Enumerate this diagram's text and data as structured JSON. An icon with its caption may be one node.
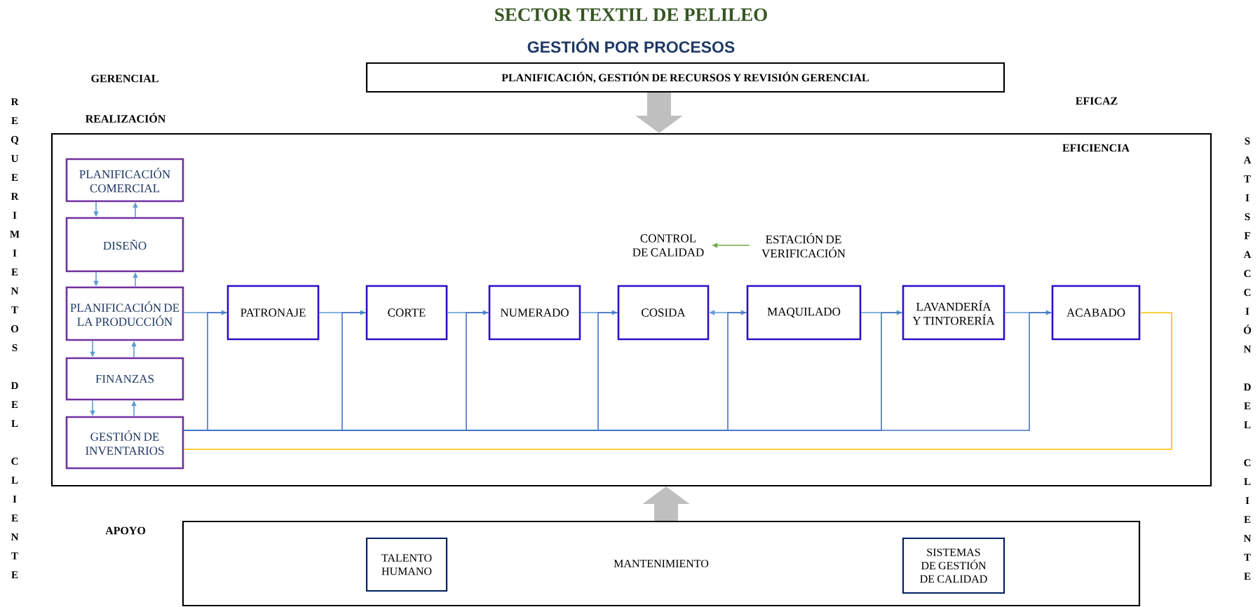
{
  "diagram": {
    "title": "SECTOR TEXTIL DE PELILEO",
    "nodes": [
      {
        "text": [
          "PLANIFICACIÓN, GESTIÓN DE RECURSOS Y REVISIÓN GERENCIAL"
        ]
      },
      {
        "text": [
          "EFICIENCIA"
        ]
      },
      {
        "text": [
          "PLANIFICACIÓN COMERCIAL"
        ],
        "in": 1
      },
      {
        "text": [
          "DISEÑO"
        ],
        "in": 1
      },
      {
        "text": [
          "PLANIFICACIÓN DE LA PRODUCCIÓN"
        ],
        "in": 1
      },
      {
        "text": [
          "FINANZAS"
        ],
        "in": 1
      },
      {
        "text": [
          "GESTIÓN DE INVENTARIOS"
        ],
        "in": 1
      },
      {
        "text": [
          "CONTROL DE CALIDAD"
        ],
        "in": 1
      },
      {
        "text": [
          "ESTACIÓN DE VERIFICACIÓN"
        ],
        "in": 1
      },
      {
        "text": [
          "PATRONAJE"
        ],
        "in": 1
      },
      {
        "text": [
          "CORTE"
        ],
        "in": 1
      },
      {
        "text": [
          "NUMERADO"
        ],
        "in": 1
      },
      {
        "text": [
          "COSIDA"
        ],
        "in": 1
      },
      {
        "text": [
          "MAQUILADO"
        ],
        "in": 1
      },
      {
        "text": [
          "LAVANDERÍA Y TINTORERÍA"
        ],
        "in": 1
      },
      {
        "text": [
          "ACABADO"
        ],
        "in": 1
      },
      {
        "text": [
          "MANTENIMIENTO"
        ]
      },
      {
        "text": [
          "TALENTO HUMANO"
        ],
        "in": 16
      },
      {
        "text": [
          "SISTEMAS DE GESTIÓN DE CALIDAD"
        ],
        "in": 16
      }
    ],
    "edges": [
      {
        "from": 0,
        "to": 1,
        "arrow": "to",
        "style": "thick",
        "color": "#bfbfbf"
      },
      {
        "from": 16,
        "to": 1,
        "arrow": "to",
        "style": "thick",
        "color": "#bfbfbf"
      },
      {
        "from": 2,
        "to": 3,
        "arrow": "to"
      },
      {
        "from": 3,
        "to": 2,
        "arrow": "to"
      },
      {
        "from": 3,
        "to": 4,
        "arrow": "to"
      },
      {
        "from": 4,
        "to": 3,
        "arrow": "to"
      },
      {
        "from": 4,
        "to": 5,
        "arrow": "to"
      },
      {
        "from": 5,
        "to": 4,
        "arrow": "to"
      },
      {
        "from": 5,
        "to": 6,
        "arrow": "to"
      },
      {
        "from": 6,
        "to": 5,
        "arrow": "to"
      },
      {
        "from": 4,
        "to": 9,
        "arrow": "to"
      },
      {
        "from": 9,
        "to": 10,
        "arrow": "to"
      },
      {
        "from": 10,
        "to": 11,
        "arrow": "to"
      },
      {
        "from": 11,
        "to": 12,
        "arrow": "to"
      },
      {
        "from": 12,
        "to": 13,
        "arrow": "both"
      },
      {
        "from": 13,
        "to": 14,
        "arrow": "to"
      },
      {
        "from": 14,
        "to": 15,
        "arrow": "to"
      },
      {
        "from": 8,
        "to": 7,
        "arrow": "to",
        "color": "#70ad47"
      },
      {
        "from": 6,
        "to": 9,
        "arrow": "none",
        "color": "#4472c4"
      },
      {
        "from": 6,
        "to": 10,
        "arrow": "none",
        "color": "#4472c4"
      },
      {
        "from": 6,
        "to": 11,
        "arrow": "none",
        "color": "#4472c4"
      },
      {
        "from": 6,
        "to": 12,
        "arrow": "none",
        "color": "#4472c4"
      },
      {
        "from": 6,
        "to": 13,
        "arrow": "none",
        "color": "#4472c4"
      },
      {
        "from": 6,
        "to": 14,
        "arrow": "none",
        "color": "#4472c4"
      },
      {
        "from": 6,
        "to": 15,
        "arrow": "none",
        "color": "#4472c4"
      },
      {
        "from": 15,
        "to": 6,
        "arrow": "none",
        "color": "#ffc000"
      }
    ],
    "labels": [
      "GESTIÓN POR PROCESOS",
      "GERENCIAL",
      "EFICAZ",
      "REALIZACIÓN",
      "APOYO",
      "REQUERIMIENTOS DEL CLIENTE",
      "SATISFACCIÓN DEL CLIENTE"
    ]
  }
}
